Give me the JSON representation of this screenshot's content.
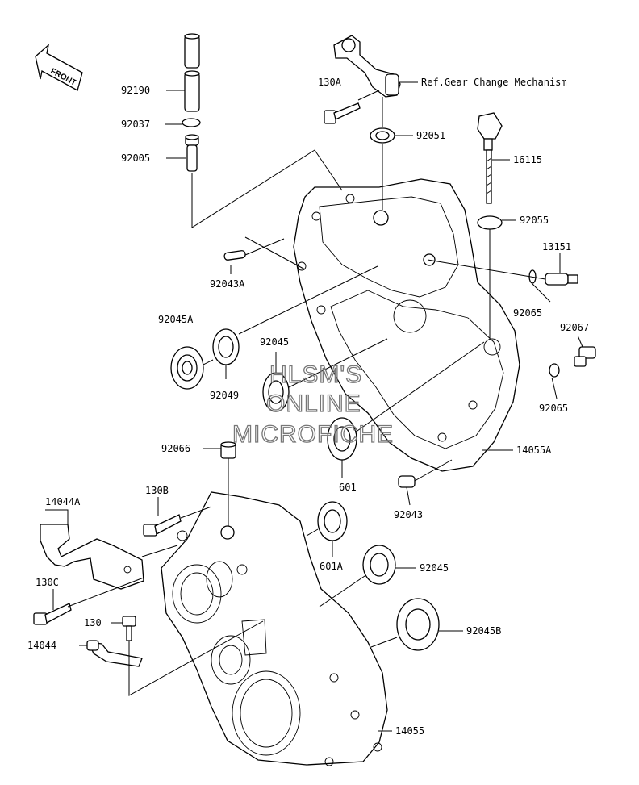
{
  "front_label": "FRONT",
  "reference_note": "Ref.Gear Change Mechanism",
  "watermark": [
    "HLSM'S",
    "ONLINE",
    "MICROFICHE"
  ],
  "part_labels": {
    "p92190": "92190",
    "p92037": "92037",
    "p92005": "92005",
    "p130A": "130A",
    "p92051": "92051",
    "p16115": "16115",
    "p92055": "92055",
    "p13151": "13151",
    "p92043A": "92043A",
    "p92065a": "92065",
    "p92067": "92067",
    "p92045A": "92045A",
    "p92045a": "92045",
    "p92049": "92049",
    "p92065b": "92065",
    "p92066": "92066",
    "p14055A": "14055A",
    "p601": "601",
    "p92043": "92043",
    "p14044A": "14044A",
    "p130B": "130B",
    "p601A": "601A",
    "p92045b": "92045",
    "p130C": "130C",
    "p130": "130",
    "p92045B": "92045B",
    "p14044": "14044",
    "p14055": "14055"
  }
}
